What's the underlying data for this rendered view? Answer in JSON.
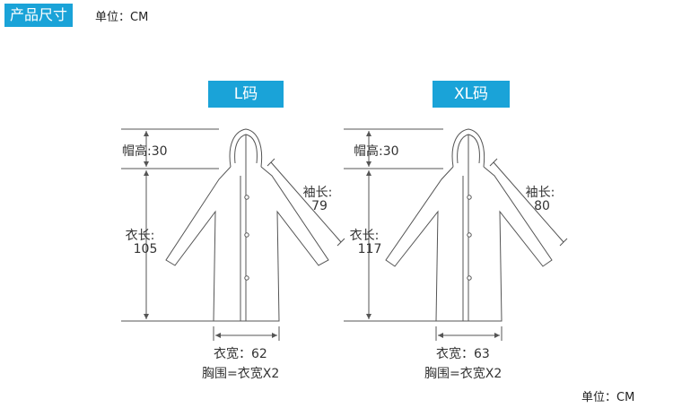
{
  "header": {
    "title": "产品尺寸",
    "unit": "单位：CM"
  },
  "sizes": [
    {
      "tab": "L码",
      "hood_height": "帽高:30",
      "length_label": "衣长:",
      "length_value": "105",
      "sleeve_label": "袖长:",
      "sleeve_value": "79",
      "width": "衣宽：62",
      "chest": "胸围=衣宽X2"
    },
    {
      "tab": "XL码",
      "hood_height": "帽高:30",
      "length_label": "衣长:",
      "length_value": "117",
      "sleeve_label": "袖长:",
      "sleeve_value": "80",
      "width": "衣宽：63",
      "chest": "胸围=衣宽X2"
    }
  ],
  "footer": {
    "unit": "单位：CM"
  },
  "colors": {
    "accent": "#1aa3d8",
    "line": "#555555"
  }
}
